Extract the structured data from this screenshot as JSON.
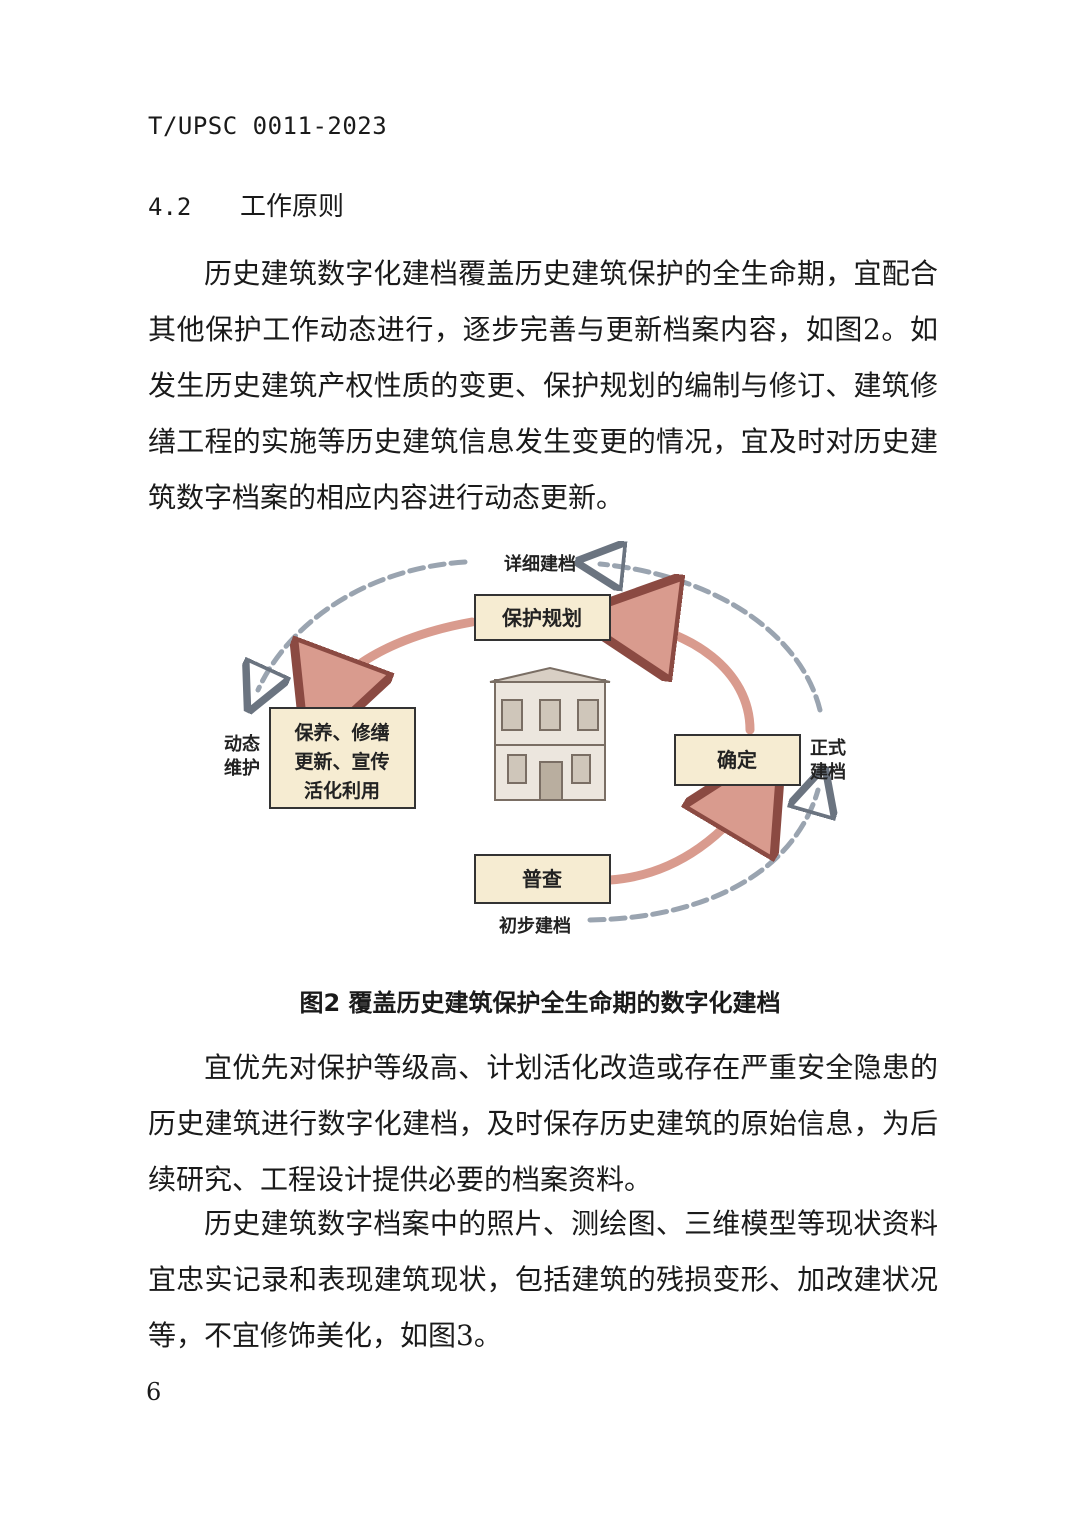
{
  "header": {
    "doc_code": "T/UPSC 0011-2023"
  },
  "section": {
    "number": "4.2",
    "title": "工作原则"
  },
  "paragraphs": [
    "历史建筑数字化建档覆盖历史建筑保护的全生命期，宜配合其他保护工作动态进行，逐步完善与更新档案内容，如图2。如发生历史建筑产权性质的变更、保护规划的编制与修订、建筑修缮工程的实施等历史建筑信息发生变更的情况，宜及时对历史建筑数字档案的相应内容进行动态更新。",
    "宜优先对保护等级高、计划活化改造或存在严重安全隐患的历史建筑进行数字化建档，及时保存历史建筑的原始信息，为后续研究、工程设计提供必要的档案资料。",
    "历史建筑数字档案中的照片、测绘图、三维模型等现状资料宜忠实记录和表现建筑现状，包括建筑的残损变形、加改建状况等，不宜修饰美化，如图3。"
  ],
  "figure": {
    "caption": "图2 覆盖历史建筑保护全生命期的数字化建档",
    "boxes": {
      "planning": "保护规划",
      "confirm": "确定",
      "survey": "普查",
      "maintain_lines": [
        "保养、修缮",
        "更新、宣传",
        "活化利用"
      ]
    },
    "labels": {
      "detailed": "详细建档",
      "formal_lines": [
        "正式",
        "建档"
      ],
      "initial": "初步建档",
      "dynamic_lines": [
        "动态",
        "维护"
      ]
    },
    "colors": {
      "box_fill": "#f6ecd2",
      "arrow": "#d99b8e",
      "dash": "#9aa4b0"
    }
  },
  "footer": {
    "page_number": "6"
  }
}
